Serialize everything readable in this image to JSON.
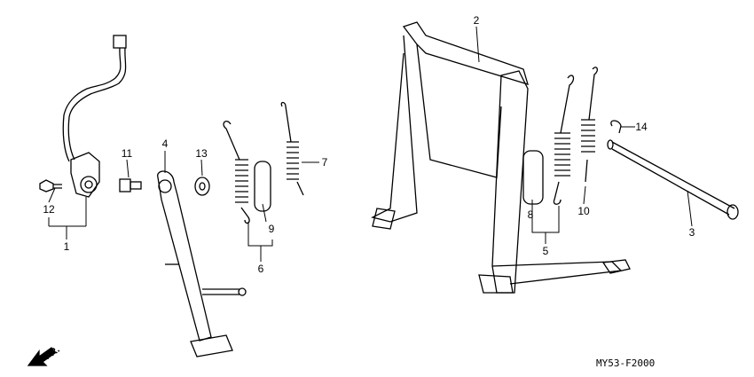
{
  "diagram": {
    "part_labels": [
      "1",
      "2",
      "3",
      "4",
      "5",
      "6",
      "7",
      "8",
      "9",
      "10",
      "11",
      "12",
      "13",
      "14"
    ],
    "direction_marker": "FR.",
    "figure_code": "MY53-F2000",
    "line_color": "#000000"
  }
}
